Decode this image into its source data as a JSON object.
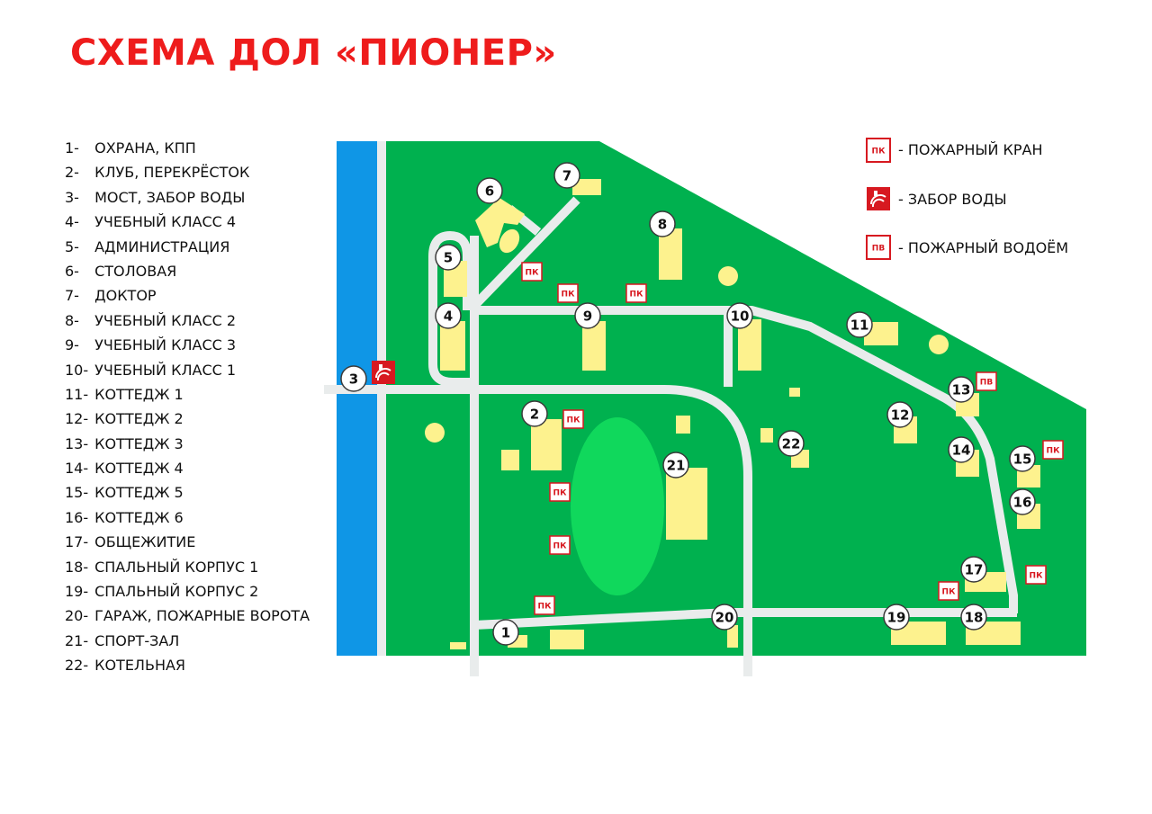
{
  "title": "СХЕМА ДОЛ «ПИОНЕР»",
  "legend": [
    {
      "num": "1-",
      "label": "ОХРАНА, КПП"
    },
    {
      "num": "2-",
      "label": "КЛУБ, ПЕРЕКРЁСТОК"
    },
    {
      "num": "3-",
      "label": "МОСТ, ЗАБОР ВОДЫ"
    },
    {
      "num": "4-",
      "label": "УЧЕБНЫЙ КЛАСС 4"
    },
    {
      "num": "5-",
      "label": "АДМИНИСТРАЦИЯ"
    },
    {
      "num": "6-",
      "label": "СТОЛОВАЯ"
    },
    {
      "num": "7-",
      "label": "ДОКТОР"
    },
    {
      "num": "8-",
      "label": "УЧЕБНЫЙ КЛАСС 2"
    },
    {
      "num": "9-",
      "label": "УЧЕБНЫЙ КЛАСС 3"
    },
    {
      "num": "10-",
      "label": "УЧЕБНЫЙ КЛАСС 1"
    },
    {
      "num": "11-",
      "label": "КОТТЕДЖ 1"
    },
    {
      "num": "12-",
      "label": "КОТТЕДЖ 2"
    },
    {
      "num": "13-",
      "label": "КОТТЕДЖ 3"
    },
    {
      "num": "14-",
      "label": "КОТТЕДЖ 4"
    },
    {
      "num": "15-",
      "label": "КОТТЕДЖ 5"
    },
    {
      "num": "16-",
      "label": "КОТТЕДЖ 6"
    },
    {
      "num": "17-",
      "label": "ОБЩЕЖИТИЕ"
    },
    {
      "num": "18-",
      "label": "СПАЛЬНЫЙ КОРПУС 1"
    },
    {
      "num": "19-",
      "label": "СПАЛЬНЫЙ КОРПУС 2"
    },
    {
      "num": "20-",
      "label": "ГАРАЖ, ПОЖАРНЫЕ ВОРОТА"
    },
    {
      "num": "21-",
      "label": "СПОРТ-ЗАЛ"
    },
    {
      "num": "22-",
      "label": "КОТЕЛЬНАЯ"
    }
  ],
  "key": {
    "hydrant_symbol": "ПК",
    "hydrant_label": "- ПОЖАРНЫЙ КРАН",
    "water_intake_label": "- ЗАБОР ВОДЫ",
    "reservoir_symbol": "ПВ",
    "reservoir_label": "- ПОЖАРНЫЙ ВОДОЁМ"
  },
  "markers": [
    "1",
    "2",
    "3",
    "4",
    "5",
    "6",
    "7",
    "8",
    "9",
    "10",
    "11",
    "12",
    "13",
    "14",
    "15",
    "16",
    "17",
    "18",
    "19",
    "20",
    "21",
    "22"
  ],
  "hydrant_label": "ПК",
  "reservoir_label": "ПВ",
  "colors": {
    "title": "#ee1c1c",
    "grass": "#00b14f",
    "field": "#10d85c",
    "river": "#0f96e6",
    "building": "#fdf28e",
    "road": "#e9ecec",
    "hydrant": "#d71920"
  }
}
